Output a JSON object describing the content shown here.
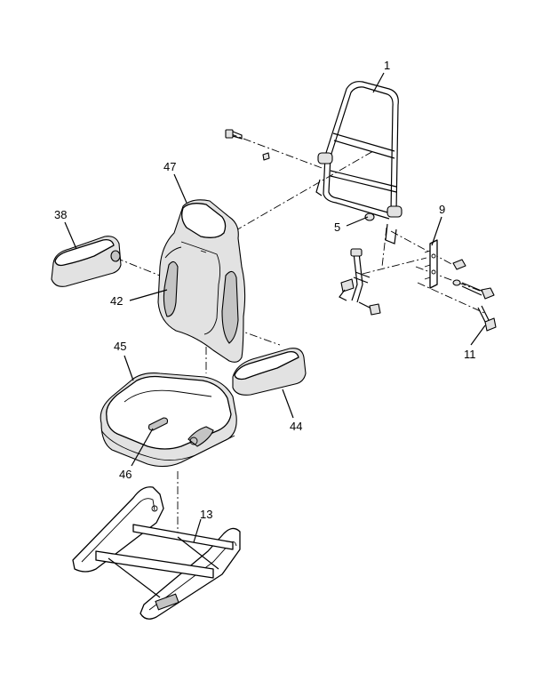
{
  "callouts": {
    "c1": "1",
    "c5": "5",
    "c9": "9",
    "c11": "11",
    "c13": "13",
    "c38": "38",
    "c42": "42",
    "c44": "44",
    "c45": "45",
    "c46": "46",
    "c47": "47"
  }
}
